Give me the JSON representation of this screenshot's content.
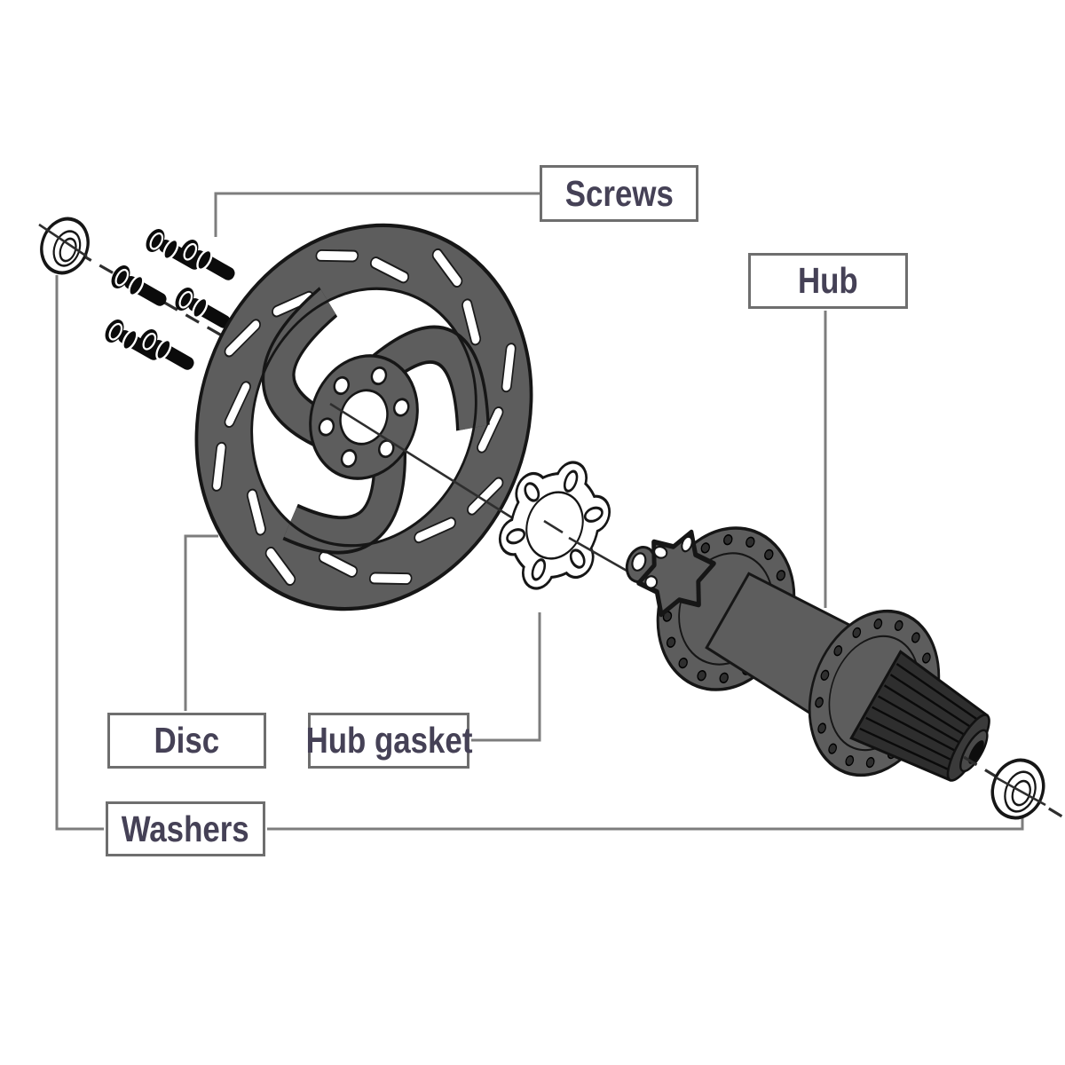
{
  "figure": {
    "type": "exploded-parts-diagram",
    "subject": "disc brake hub assembly"
  },
  "labels": {
    "screws": "Screws",
    "hub": "Hub",
    "disc": "Disc",
    "hub_gasket": "Hub gasket",
    "washers": "Washers"
  },
  "colors": {
    "background": "#ffffff",
    "part_fill": "#5d5d5d",
    "part_outline": "#1a1a1a",
    "label_text": "#454156",
    "label_border": "#6e6e6e",
    "connector_line": "#7d7d7d",
    "axis_line": "#2e2e2e"
  }
}
